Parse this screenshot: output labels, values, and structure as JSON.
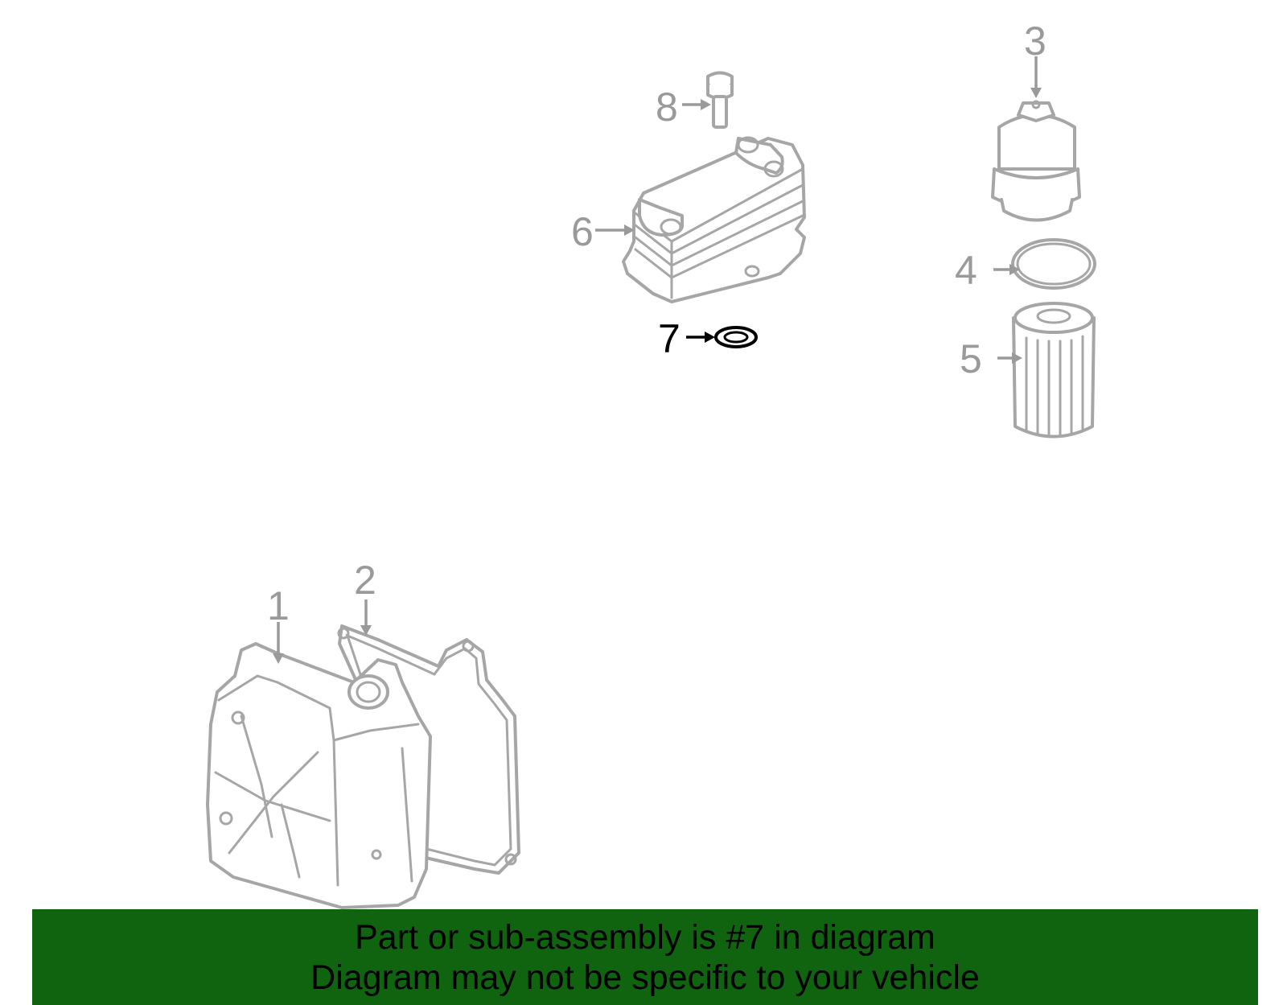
{
  "callouts": [
    {
      "id": "1",
      "label": "1"
    },
    {
      "id": "2",
      "label": "2"
    },
    {
      "id": "3",
      "label": "3"
    },
    {
      "id": "4",
      "label": "4"
    },
    {
      "id": "5",
      "label": "5"
    },
    {
      "id": "6",
      "label": "6"
    },
    {
      "id": "7",
      "label": "7"
    },
    {
      "id": "8",
      "label": "8"
    }
  ],
  "highlighted_part": "7",
  "banner": {
    "line1": "Part or sub-assembly is #7 in diagram",
    "line2": "Diagram may not be specific to your vehicle",
    "background_color": "#106410"
  },
  "colors": {
    "part_outline": "#a6a6a6",
    "highlight": "#000000"
  }
}
